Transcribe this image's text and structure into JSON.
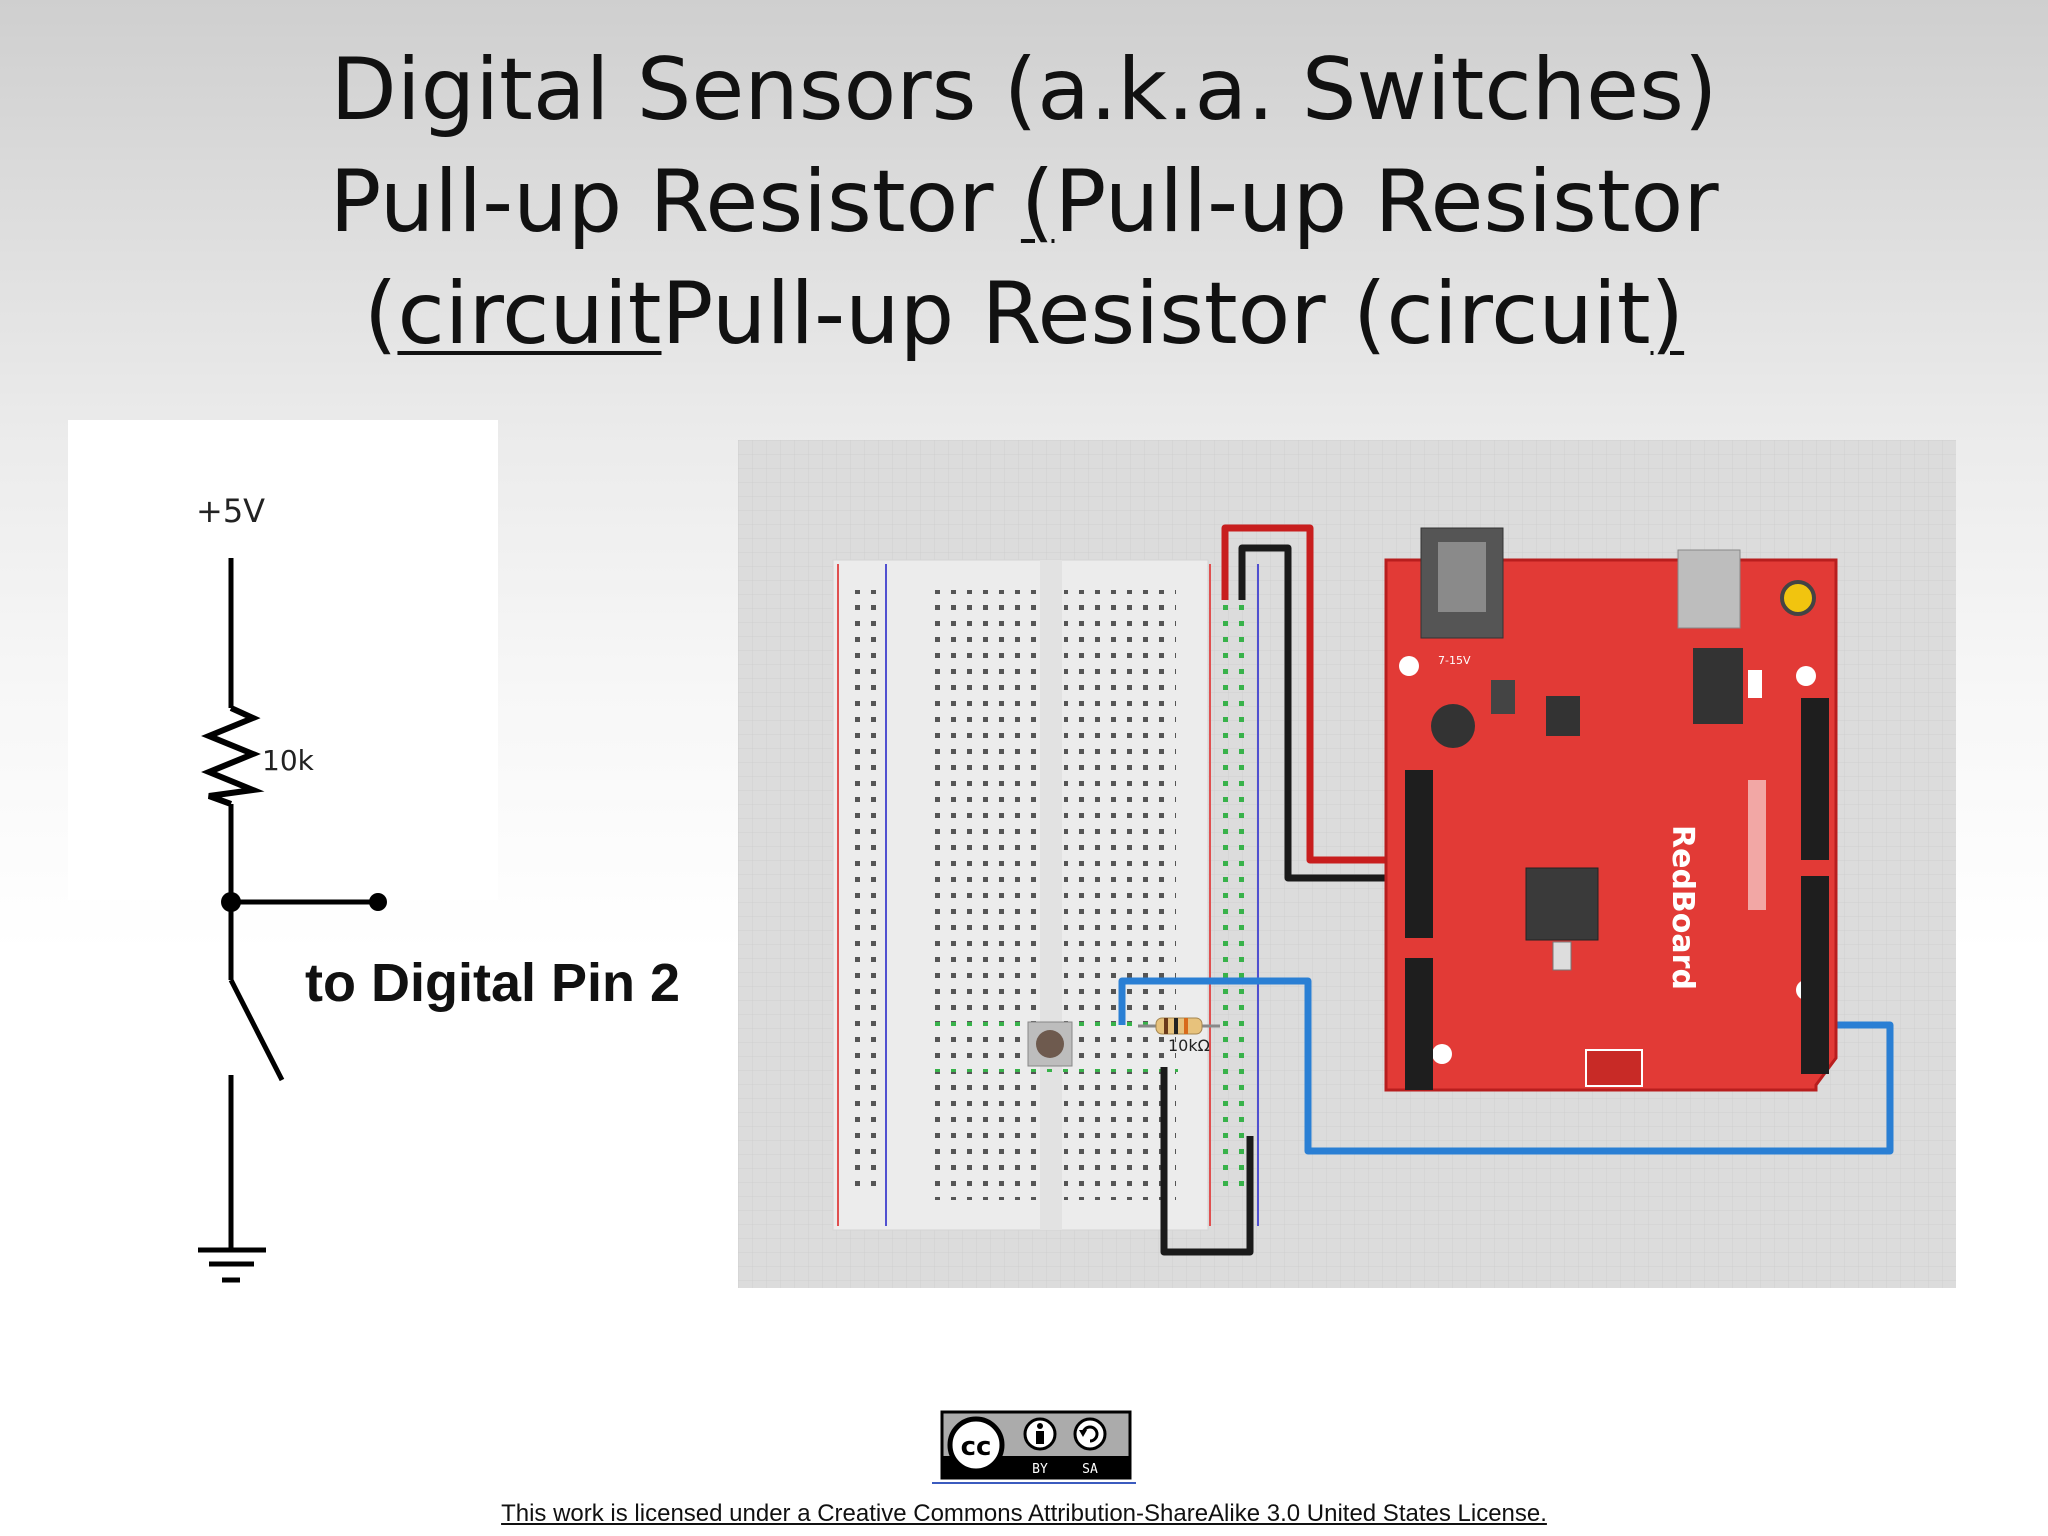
{
  "slide": {
    "title_line1": "Digital Sensors (a.k.a. Switches)",
    "title_line2_a": "Pull-up Resistor ",
    "title_line2_b": "(",
    "title_line2_c": "Pull-up Resistor",
    "title_line3_a": "(",
    "title_line3_b": "circuit",
    "title_line3_c": "Pull-up Resistor (circuit",
    "title_line3_d": ")"
  },
  "schematic": {
    "supply_label": "+5V",
    "resistor_label": "10k",
    "pin_label": "to Digital Pin 2"
  },
  "breadboard": {
    "resistor_label": "10kΩ",
    "board_name": "RedBoard",
    "board_voltage": "7-15V"
  },
  "footer": {
    "cc_left": "cc",
    "cc_by": "BY",
    "cc_sa": "SA",
    "license_text": "This work is licensed under a Creative Commons Attribution-ShareAlike 3.0 United States License."
  },
  "colors": {
    "board_red": "#e23a36",
    "wire_blue": "#2a7fd4",
    "wire_red": "#c81e1e",
    "wire_black": "#1a1a1a",
    "grid_bg": "#dcdcdc"
  }
}
